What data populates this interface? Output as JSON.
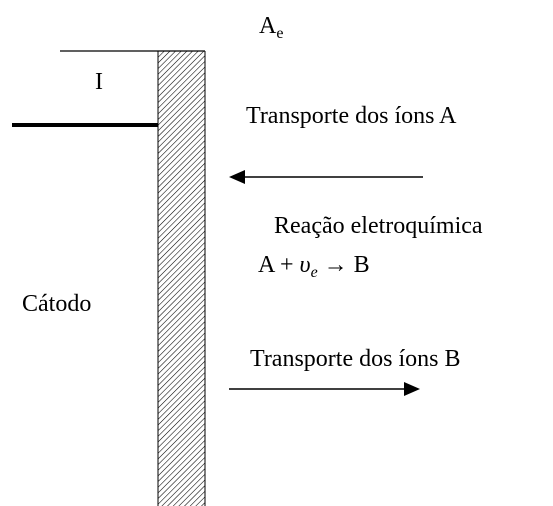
{
  "labels": {
    "ae_main": "A",
    "ae_sub": "e",
    "current": "I",
    "transport_a": "Transporte dos íons A",
    "reaction_title": "Reação eletroquímica",
    "reaction_a": "A + ",
    "reaction_v": "υ",
    "reaction_v_sub": "e",
    "reaction_arrow": " → B",
    "cathode": "Cátodo",
    "transport_b": "Transporte dos íons B"
  },
  "colors": {
    "line": "#000000",
    "hatch": "#000000",
    "background": "#ffffff"
  }
}
